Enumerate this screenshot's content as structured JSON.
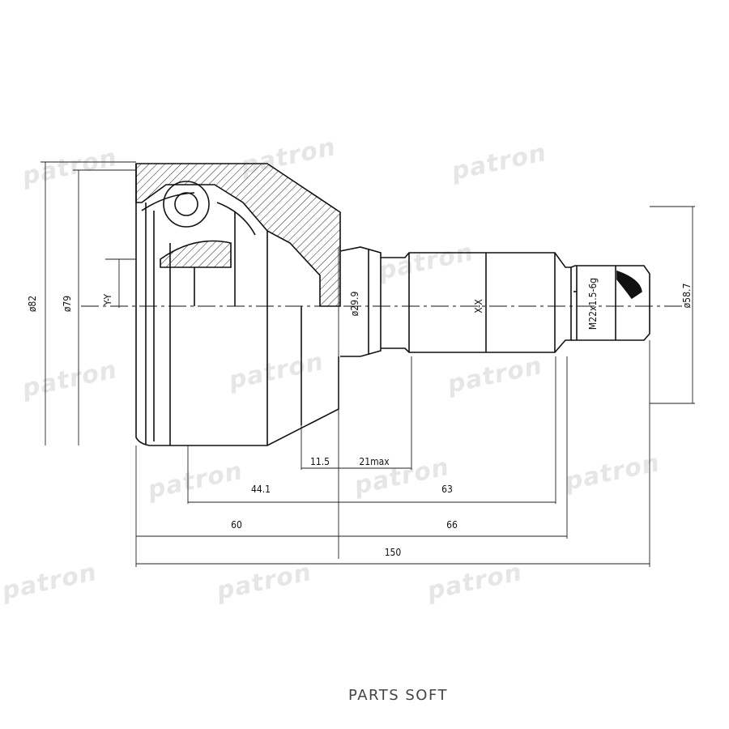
{
  "watermark": "patron",
  "dimensions": {
    "d82": "ø82",
    "d79": "ø79",
    "axis_y": "Y-Y",
    "d29_9": "ø29.9",
    "axis_x": "X-X",
    "thread": "M22x1.5-6g",
    "d58_7": "ø58.7",
    "l11_5": "11.5",
    "l21max": "21max",
    "l44_1": "44.1",
    "l63": "63",
    "l60": "60",
    "l66": "66",
    "l150": "150"
  },
  "footer": "PARTS SOFT"
}
